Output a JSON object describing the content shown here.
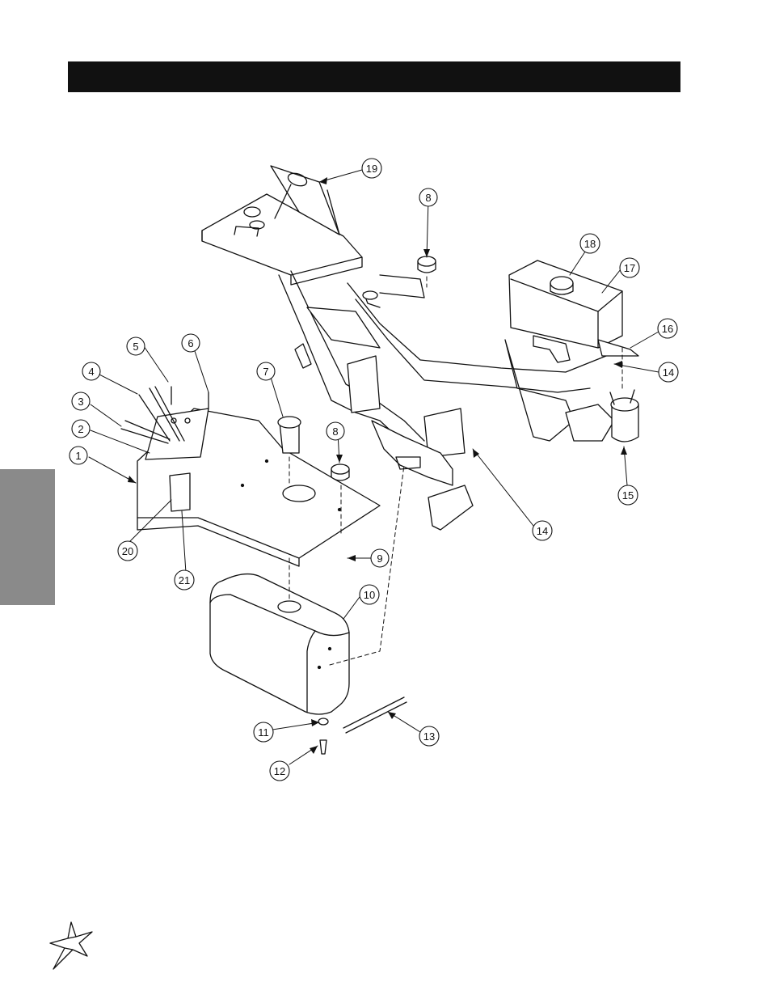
{
  "colors": {
    "header_bar": "#111111",
    "side_tab": "#8a8a8a",
    "line": "#111111"
  },
  "callouts": [
    {
      "id": "c1",
      "label": "1"
    },
    {
      "id": "c2",
      "label": "2"
    },
    {
      "id": "c3",
      "label": "3"
    },
    {
      "id": "c4",
      "label": "4"
    },
    {
      "id": "c5",
      "label": "5"
    },
    {
      "id": "c6",
      "label": "6"
    },
    {
      "id": "c7",
      "label": "7"
    },
    {
      "id": "c8a",
      "label": "8"
    },
    {
      "id": "c8b",
      "label": "8"
    },
    {
      "id": "c9",
      "label": "9"
    },
    {
      "id": "c10",
      "label": "10"
    },
    {
      "id": "c11",
      "label": "11"
    },
    {
      "id": "c12",
      "label": "12"
    },
    {
      "id": "c13",
      "label": "13"
    },
    {
      "id": "c14a",
      "label": "14"
    },
    {
      "id": "c14b",
      "label": "14"
    },
    {
      "id": "c15",
      "label": "15"
    },
    {
      "id": "c16",
      "label": "16"
    },
    {
      "id": "c17",
      "label": "17"
    },
    {
      "id": "c18",
      "label": "18"
    },
    {
      "id": "c19",
      "label": "19"
    },
    {
      "id": "c20",
      "label": "20"
    },
    {
      "id": "c21",
      "label": "21"
    }
  ],
  "icons": {
    "logo": "star-burst-logo-icon"
  }
}
